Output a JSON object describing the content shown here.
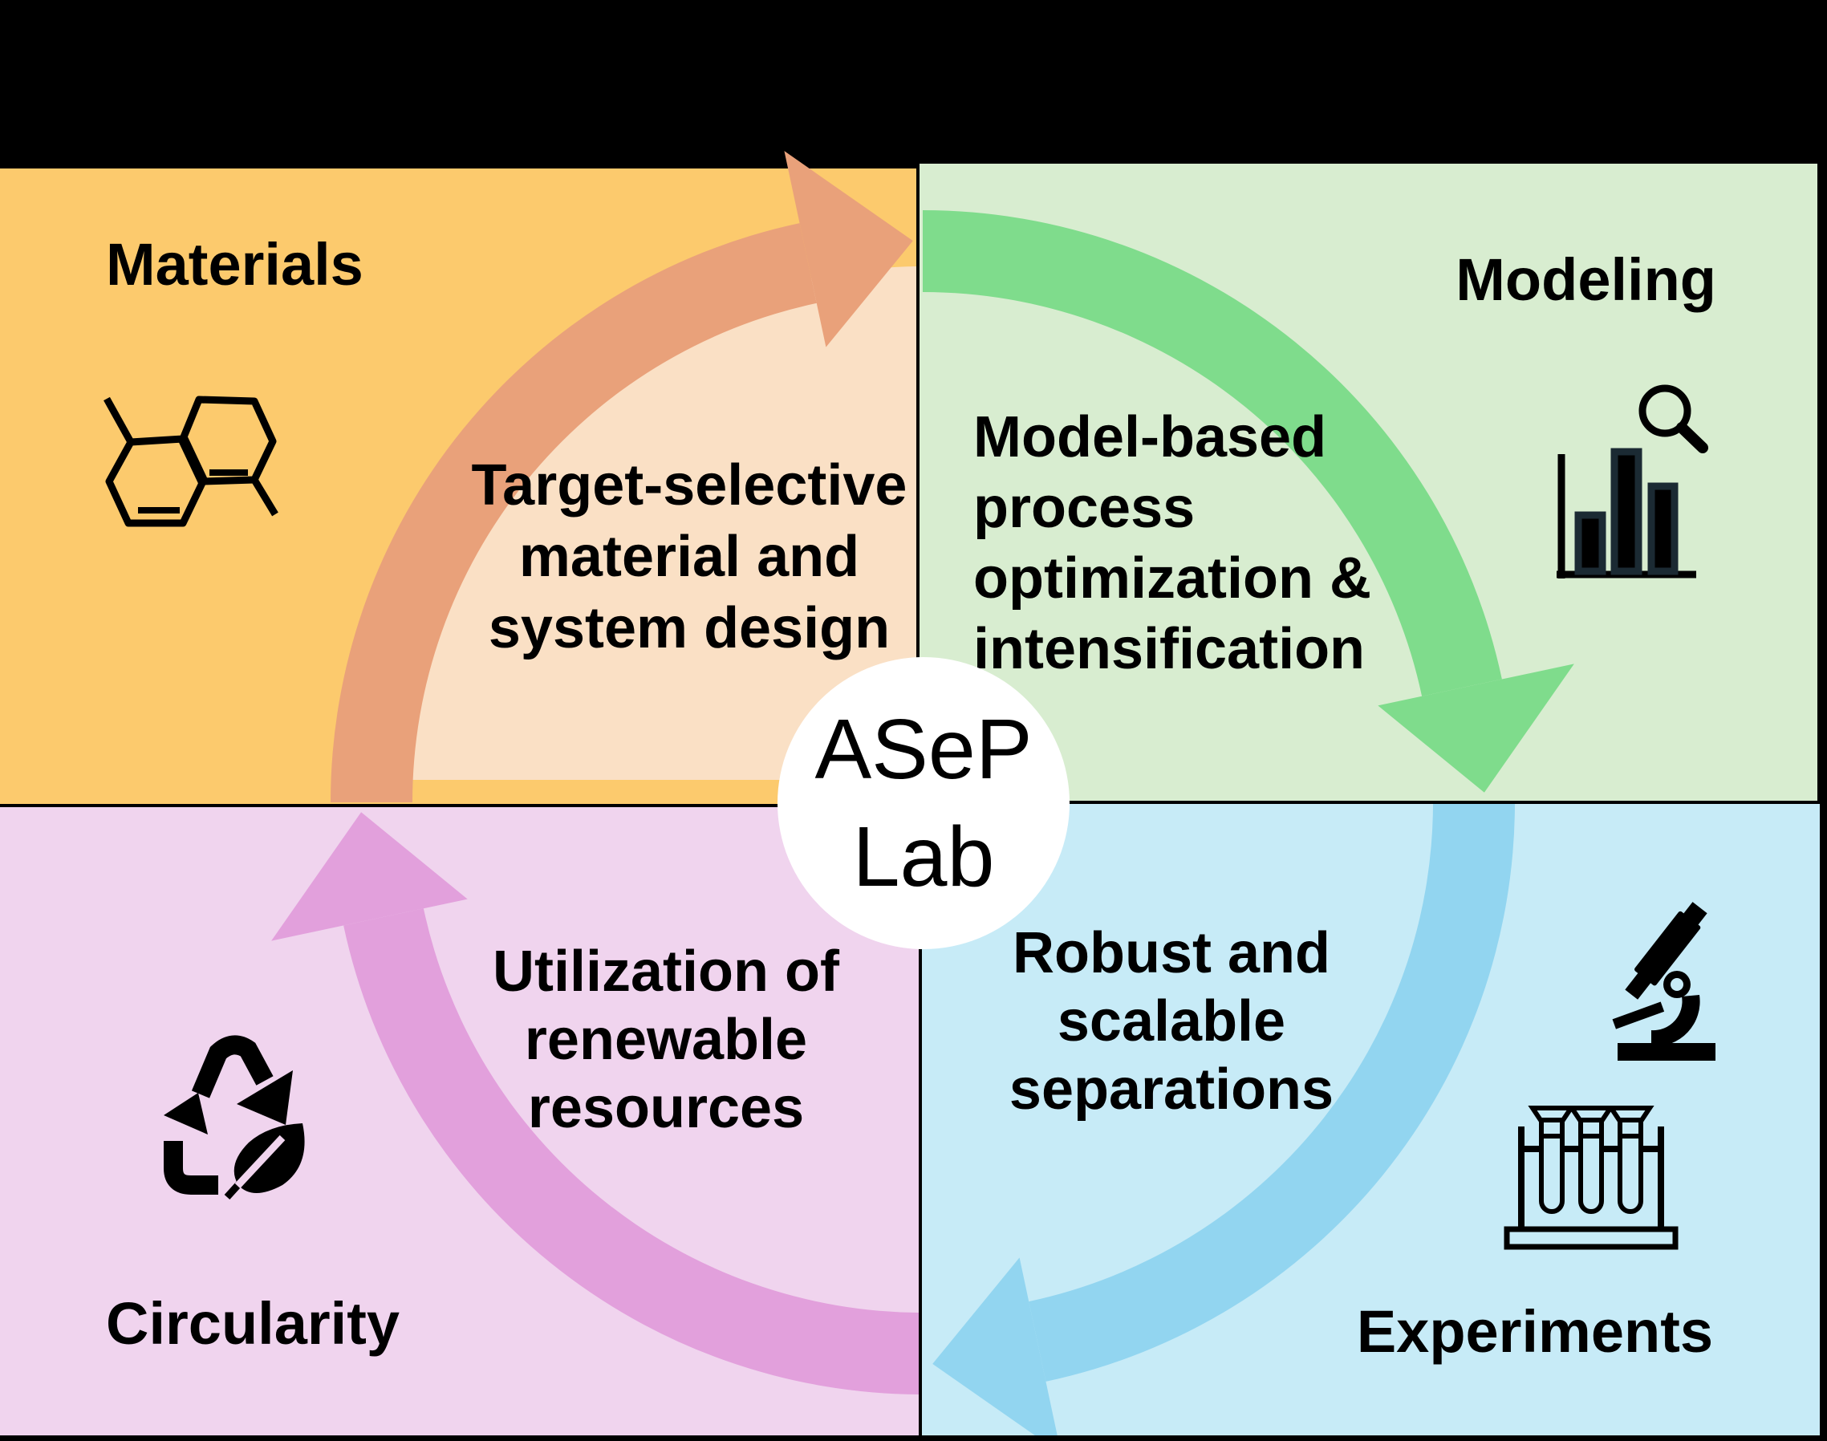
{
  "center": {
    "line1": "ASeP",
    "line2": "Lab"
  },
  "quadrants": {
    "materials": {
      "label": "Materials",
      "body": "Target-selective\nmaterial and\nsystem design",
      "bg": "#FCCA6D",
      "arrow": "#E9A17A",
      "inner_fill": "#FAE0C5",
      "icon": "molecule-icon"
    },
    "modeling": {
      "label": "Modeling",
      "body": "Model-based\nprocess\noptimization &\nintensification",
      "bg": "#D8EDD0",
      "arrow": "#7FDC8C",
      "icon": "bar-chart-magnifier-icon"
    },
    "experiments": {
      "label": "Experiments",
      "body": "Robust and\nscalable\nseparations",
      "bg": "#C7EBF7",
      "arrow": "#92D5F0",
      "icons": "microscope-icon, test-tubes-icon"
    },
    "circularity": {
      "label": "Circularity",
      "body": "Utilization of\nrenewable\nresources",
      "bg": "#F0D4EE",
      "arrow": "#E2A0DC",
      "icon": "recycle-leaf-icon"
    }
  },
  "colors": {
    "background": "#000000",
    "hub_fill": "#FFFFFF",
    "text": "#000000",
    "icon_black": "#000000",
    "icon_navy": "#1B2A33"
  }
}
